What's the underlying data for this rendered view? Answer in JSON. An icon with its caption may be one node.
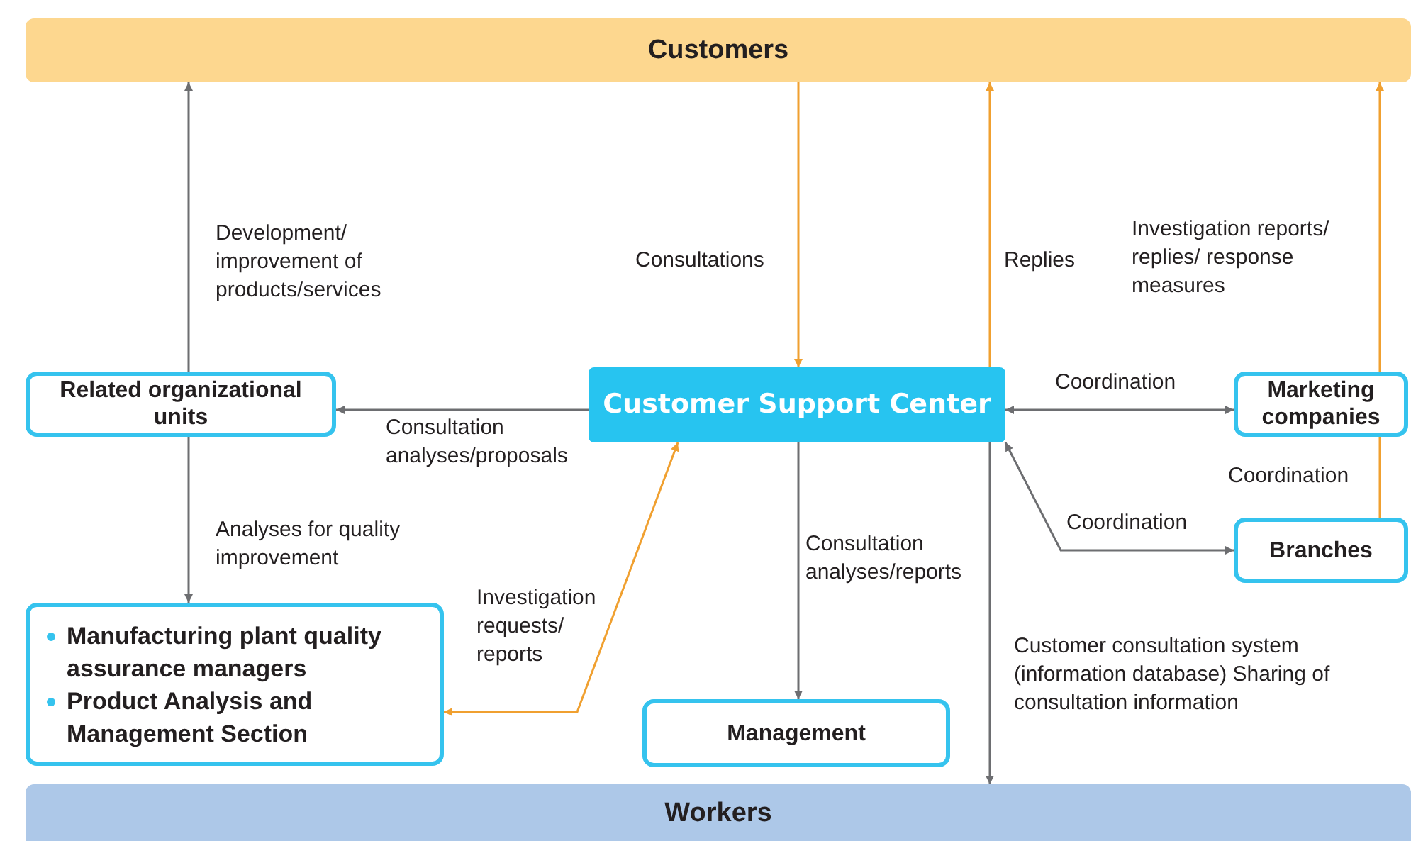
{
  "diagram": {
    "nodes": [
      {
        "text": [
          "Customers"
        ]
      },
      {
        "text": [
          "Related organizational units"
        ]
      },
      {
        "text": [
          "Customer Support Center"
        ]
      },
      {
        "text": [
          "Marketing companies"
        ]
      },
      {
        "text": [
          "Branches"
        ]
      },
      {
        "text": [
          "Manufacturing plant quality assurance managers",
          "Product Analysis and Management Section"
        ]
      },
      {
        "text": [
          "Management"
        ]
      },
      {
        "text": [
          "Workers"
        ]
      }
    ],
    "edges": [
      {
        "from": 1,
        "to": 0,
        "arrow": "to",
        "label": "Development/ improvement of products/services"
      },
      {
        "from": 0,
        "to": 2,
        "arrow": "to",
        "label": "Consultations",
        "color": "#f0a030"
      },
      {
        "from": 2,
        "to": 0,
        "arrow": "to",
        "label": "Replies",
        "color": "#f0a030"
      },
      {
        "from": 3,
        "to": 0,
        "arrow": "to",
        "label": "Investigation reports/ replies/ response measures",
        "color": "#f0a030"
      },
      {
        "from": 4,
        "to": 3,
        "arrow": "none",
        "label": "Coordination",
        "color": "#f0a030"
      },
      {
        "from": 2,
        "to": 1,
        "arrow": "to",
        "label": "Consultation analyses/proposals"
      },
      {
        "from": 2,
        "to": 3,
        "arrow": "both",
        "label": "Coordination"
      },
      {
        "from": 2,
        "to": 4,
        "arrow": "both",
        "label": "Coordination"
      },
      {
        "from": 2,
        "to": 5,
        "arrow": "both",
        "label": "Investigation requests/ reports",
        "color": "#f0a030"
      },
      {
        "from": 1,
        "to": 5,
        "arrow": "to",
        "label": "Analyses for quality improvement"
      },
      {
        "from": 2,
        "to": 6,
        "arrow": "to",
        "label": "Consultation analyses/reports"
      },
      {
        "from": 2,
        "to": 7,
        "arrow": "to",
        "label": "Customer consultation system (information database) Sharing of consultation information"
      }
    ]
  }
}
